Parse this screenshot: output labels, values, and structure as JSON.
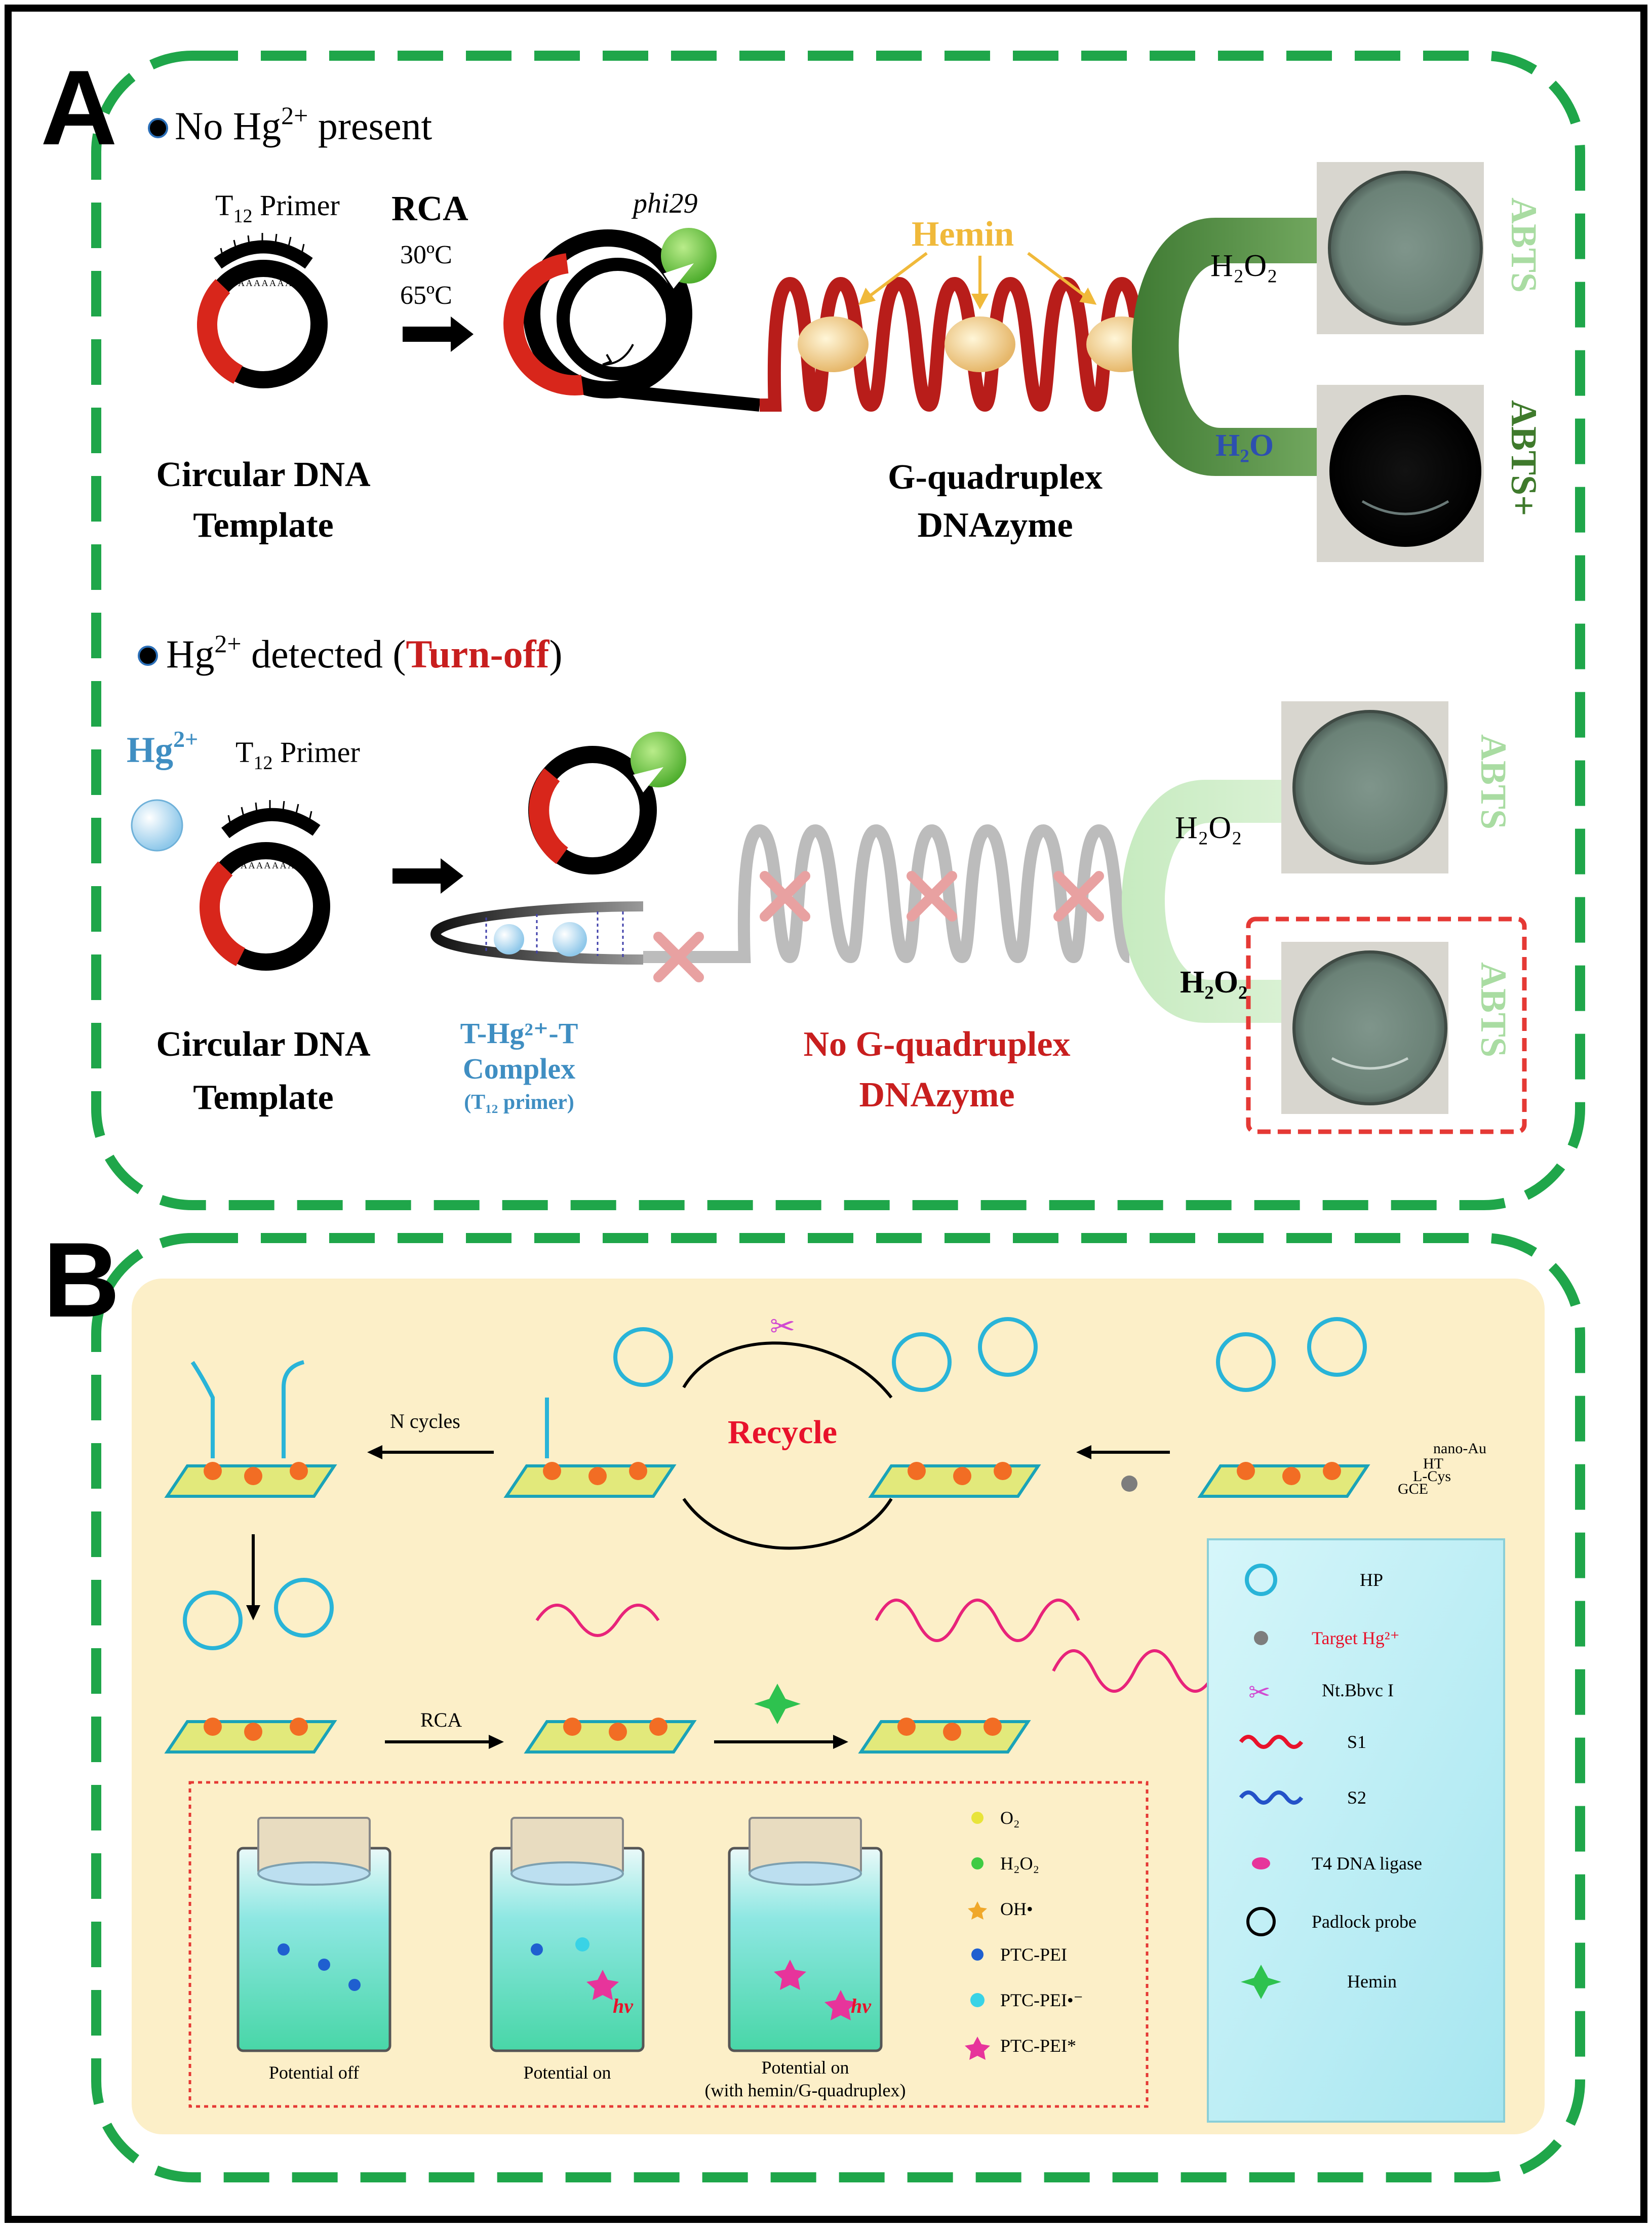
{
  "panel_a": {
    "label": "A",
    "scenario_no_hg": {
      "heading_pre": "No Hg",
      "heading_sup": "2+",
      "heading_post": " present",
      "primer_pre": "T",
      "primer_sub": "12",
      "primer_post": " Primer",
      "rca": "RCA",
      "temp1": "30ºC",
      "temp2": "65ºC",
      "enzyme": "phi29",
      "hemin": "Hemin",
      "template_line1": "Circular DNA",
      "template_line2": "Template",
      "gq_line1": "G-quadruplex",
      "gq_line2": "DNAzyme",
      "h2o2": "H₂O₂",
      "h2o": "H₂O",
      "abts": "ABTS",
      "abts_plus": "ABTS+"
    },
    "scenario_hg": {
      "heading_pre": "Hg",
      "heading_sup": "2+",
      "heading_mid": " detected (",
      "heading_turn": "Turn-off",
      "heading_post": ")",
      "hg_pre": "Hg",
      "hg_sup": "2+",
      "primer_pre": "T",
      "primer_sub": "12",
      "primer_post": " Primer",
      "template_line1": "Circular DNA",
      "template_line2": "Template",
      "complex_line1": "T-Hg²⁺-T",
      "complex_line2": "Complex",
      "complex_line3": "(T₁₂ primer)",
      "nogq_line1": "No G-quadruplex",
      "nogq_line2": "DNAzyme",
      "h2o2_top": "H₂O₂",
      "h2o2_bottom": "H₂O₂",
      "abts_top": "ABTS",
      "abts_bottom": "ABTS"
    }
  },
  "panel_b": {
    "label": "B",
    "n_cycles": "N cycles",
    "recycle": "Recycle",
    "rca": "RCA",
    "layers": [
      "nano-Au",
      "HT",
      "L-Cys",
      "GCE"
    ],
    "cells": [
      "Potential off",
      "Potential on",
      "Potential on"
    ],
    "cell3_line2": "(with hemin/G-quadruplex)",
    "hv": "hv",
    "species": [
      "O₂",
      "H₂O₂",
      "OH•",
      "PTC-PEI",
      "PTC-PEI•⁻",
      "PTC-PEI*"
    ],
    "legend": [
      "HP",
      "Target Hg²⁺",
      "Nt.Bbvc I",
      "S1",
      "S2",
      "T4 DNA ligase",
      "Padlock probe",
      "Hemin"
    ]
  },
  "colors": {
    "frame": "#000000",
    "dashed_border": "#1fa64a",
    "panel_b_fill": "#fcefc8",
    "template_red": "#d8261b",
    "hemin_label": "#f0b93a",
    "turn_off": "#c81e1e",
    "complex_blue": "#3f8ec2",
    "abts_light": "#a9dca2",
    "abts_dark": "#3f7a2c",
    "h2o_blue": "#2d4fb0",
    "legend_box": "#bfeff5",
    "recycle_red": "#e8122b"
  }
}
